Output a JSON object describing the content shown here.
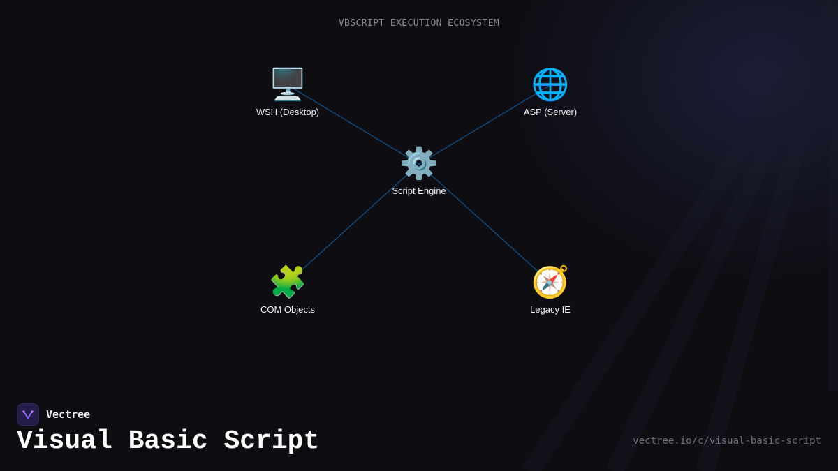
{
  "diagram": {
    "title": "VBSCRIPT EXECUTION ECOSYSTEM",
    "edge_color": "#0f4d80",
    "nodes": [
      {
        "id": "engine",
        "label": "Script Engine",
        "icon": "gear-icon",
        "glyph": "⚙️"
      },
      {
        "id": "wsh",
        "label": "WSH (Desktop)",
        "icon": "desktop-computer-icon",
        "glyph": "🖥️"
      },
      {
        "id": "asp",
        "label": "ASP (Server)",
        "icon": "globe-icon",
        "glyph": "🌐"
      },
      {
        "id": "com",
        "label": "COM Objects",
        "icon": "puzzle-piece-icon",
        "glyph": "🧩"
      },
      {
        "id": "ie",
        "label": "Legacy IE",
        "icon": "compass-icon",
        "glyph": "🧭"
      }
    ],
    "edges": [
      {
        "from": "engine",
        "to": "wsh"
      },
      {
        "from": "engine",
        "to": "asp"
      },
      {
        "from": "engine",
        "to": "com"
      },
      {
        "from": "engine",
        "to": "ie"
      }
    ]
  },
  "footer": {
    "brand_name": "Vectree",
    "brand_icon": "vectree-logo-icon",
    "brand_color": "#231d4a",
    "page_title": "Visual Basic Script",
    "url": "vectree.io/c/visual-basic-script"
  }
}
